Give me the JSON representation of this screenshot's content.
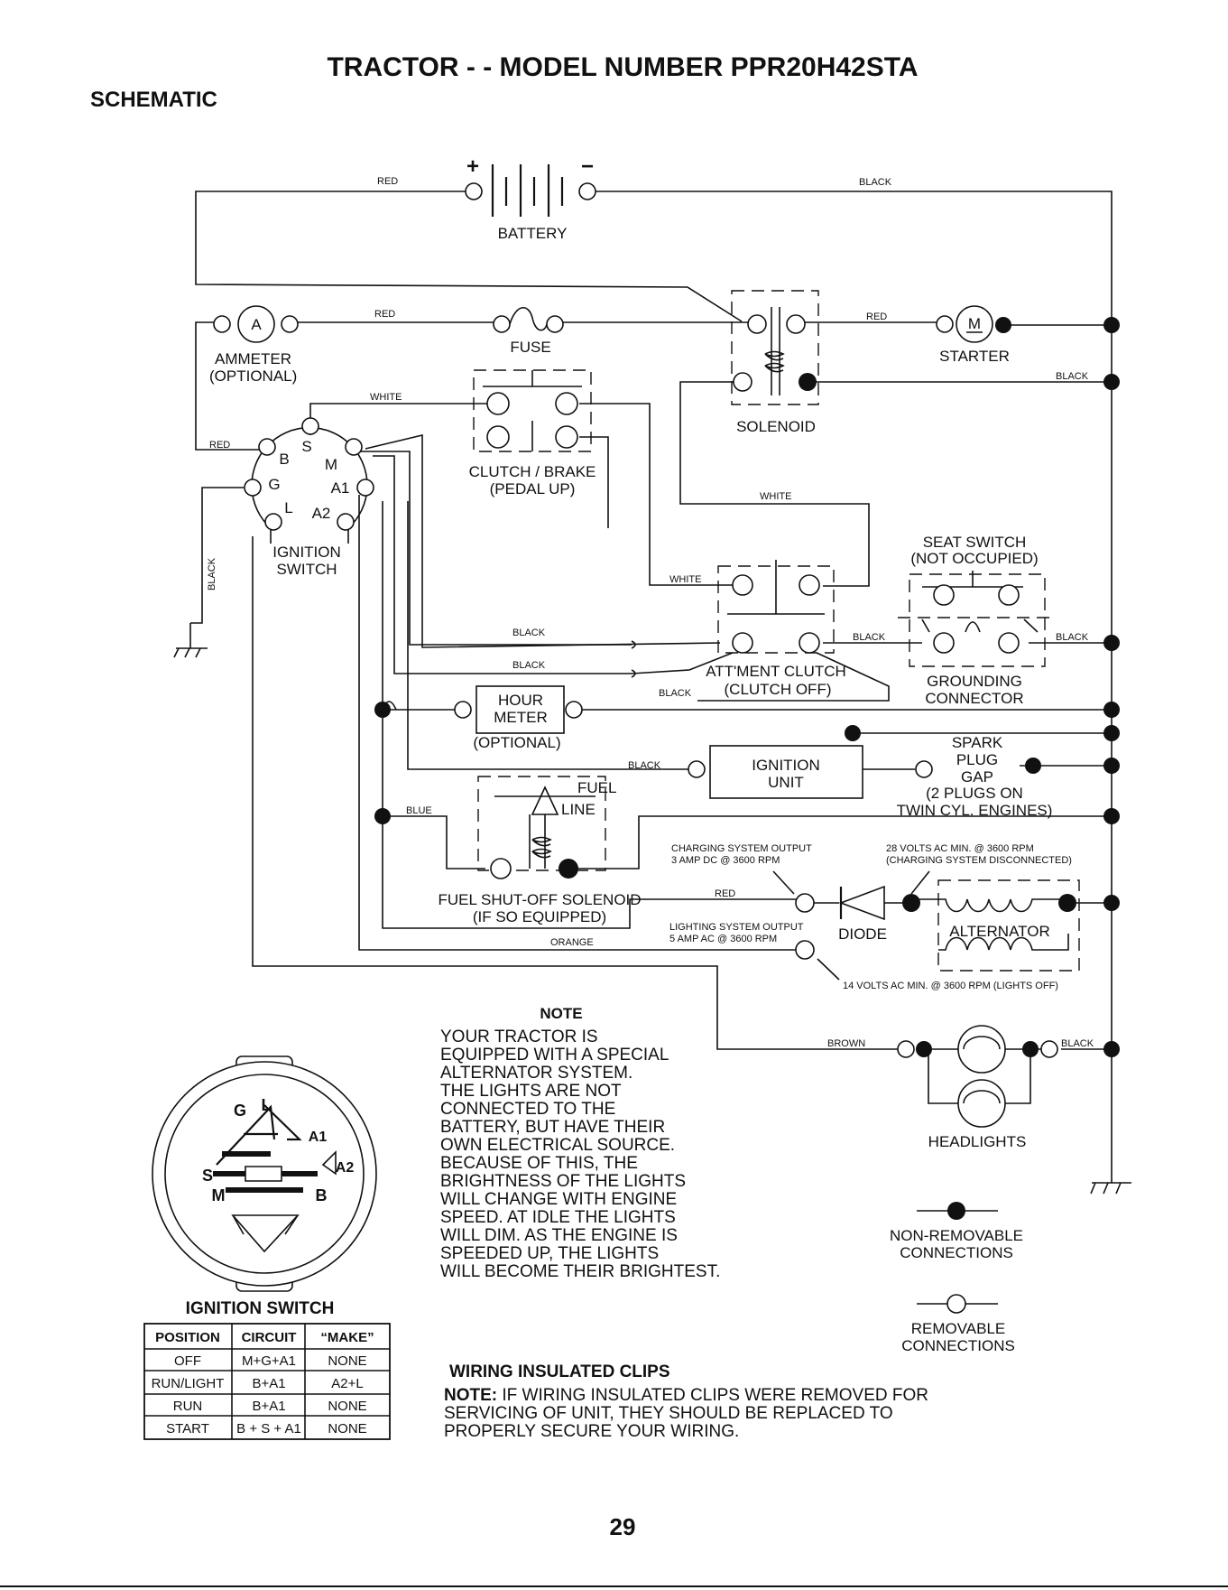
{
  "title": "TRACTOR - - MODEL NUMBER PPR20H42STA",
  "section": "SCHEMATIC",
  "battery": {
    "plus": "+",
    "minus": "−",
    "label": "BATTERY"
  },
  "wires": {
    "red": "RED",
    "black": "BLACK",
    "white": "WHITE",
    "blue": "BLUE",
    "orange": "ORANGE",
    "brown": "BROWN"
  },
  "components": {
    "ammeter": {
      "symbol": "A",
      "label": "AMMETER",
      "note": "(OPTIONAL)"
    },
    "fuse": "FUSE",
    "starter": {
      "symbol": "M",
      "label": "STARTER"
    },
    "solenoid": "SOLENOID",
    "clutch_brake": {
      "label": "CLUTCH / BRAKE",
      "state": "(PEDAL UP)"
    },
    "ignition_switch": {
      "label1": "IGNITION",
      "label2": "SWITCH",
      "terminals": [
        "B",
        "S",
        "M",
        "G",
        "A1",
        "L",
        "A2"
      ]
    },
    "seat_switch": {
      "label": "SEAT SWITCH",
      "state": "(NOT OCCUPIED)"
    },
    "grounding_connector": {
      "label1": "GROUNDING",
      "label2": "CONNECTOR"
    },
    "attachment_clutch": {
      "label": "ATT'MENT CLUTCH",
      "state": "(CLUTCH OFF)"
    },
    "hour_meter": {
      "label1": "HOUR",
      "label2": "METER",
      "note": "(OPTIONAL)"
    },
    "ignition_unit": {
      "label1": "IGNITION",
      "label2": "UNIT"
    },
    "spark_plug": {
      "l1": "SPARK",
      "l2": "PLUG",
      "l3": "GAP",
      "l4": "(2 PLUGS ON",
      "l5": "TWIN CYL. ENGINES)"
    },
    "fuel_line": {
      "l1": "FUEL",
      "l2": "LINE"
    },
    "fuel_solenoid": {
      "l1": "FUEL SHUT-OFF SOLENOID",
      "l2": "(IF SO EQUIPPED)"
    },
    "diode": "DIODE",
    "alternator": "ALTERNATOR",
    "headlights": "HEADLIGHTS"
  },
  "specs": {
    "charging_l1": "CHARGING SYSTEM OUTPUT",
    "charging_l2": "3 AMP DC @ 3600 RPM",
    "volts28_l1": "28 VOLTS AC MIN. @ 3600 RPM",
    "volts28_l2": "(CHARGING SYSTEM DISCONNECTED)",
    "lighting_l1": "LIGHTING SYSTEM OUTPUT",
    "lighting_l2": "5 AMP AC @ 3600 RPM",
    "volts14": "14 VOLTS AC MIN. @ 3600 RPM (LIGHTS OFF)"
  },
  "note": {
    "heading": "NOTE",
    "lines": [
      "YOUR TRACTOR IS",
      "EQUIPPED WITH A SPECIAL",
      "ALTERNATOR SYSTEM.",
      "THE LIGHTS ARE NOT",
      "CONNECTED TO THE",
      "BATTERY, BUT HAVE THEIR",
      "OWN ELECTRICAL SOURCE.",
      "BECAUSE OF THIS, THE",
      "BRIGHTNESS OF THE LIGHTS",
      "WILL CHANGE WITH ENGINE",
      "SPEED.  AT IDLE THE LIGHTS",
      "WILL DIM.  AS THE ENGINE IS",
      "SPEEDED UP, THE LIGHTS",
      "WILL BECOME THEIR BRIGHTEST."
    ]
  },
  "legend": {
    "nonremovable_l1": "NON-REMOVABLE",
    "nonremovable_l2": "CONNECTIONS",
    "removable_l1": "REMOVABLE",
    "removable_l2": "CONNECTIONS"
  },
  "switch_figure": {
    "title": "IGNITION SWITCH",
    "letters": [
      "G",
      "L",
      "A1",
      "A2",
      "S",
      "M",
      "B"
    ]
  },
  "switch_table": {
    "headers": [
      "POSITION",
      "CIRCUIT",
      "“MAKE”"
    ],
    "rows": [
      [
        "OFF",
        "M+G+A1",
        "NONE"
      ],
      [
        "RUN/LIGHT",
        "B+A1",
        "A2+L"
      ],
      [
        "RUN",
        "B+A1",
        "NONE"
      ],
      [
        "START",
        "B + S + A1",
        "NONE"
      ]
    ]
  },
  "clips": {
    "heading": "WIRING INSULATED CLIPS",
    "note_label": "NOTE:",
    "l1": " IF WIRING INSULATED CLIPS WERE REMOVED FOR",
    "l2": "SERVICING OF UNIT, THEY SHOULD BE REPLACED TO",
    "l3": "PROPERLY SECURE YOUR WIRING."
  },
  "page_number": "29"
}
